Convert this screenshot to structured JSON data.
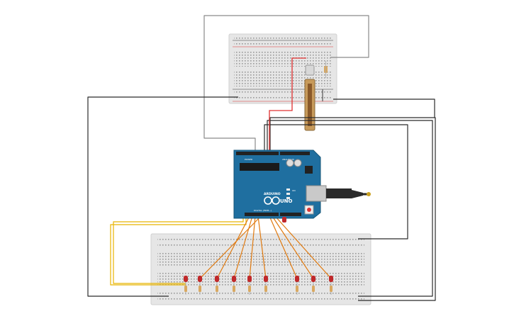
{
  "board": {
    "logo": "ARDUINO",
    "model": "UNO",
    "digital_label": "DIGITAL (PWM~)",
    "power_label": "POWER",
    "analog_label": "ANALOG IN",
    "on_label": "ON",
    "tx_label": "TX",
    "rx_label": "RX",
    "l_label": "L"
  },
  "circuit": {
    "led_count": 9,
    "led_color": "#c0282a",
    "wire_colors": {
      "black": "#2b2b2b",
      "gray": "#8a8a8a",
      "red": "#e03030",
      "orange": "#e07a10",
      "yellow": "#e8b400"
    },
    "board_color": "#1f6fa0"
  }
}
